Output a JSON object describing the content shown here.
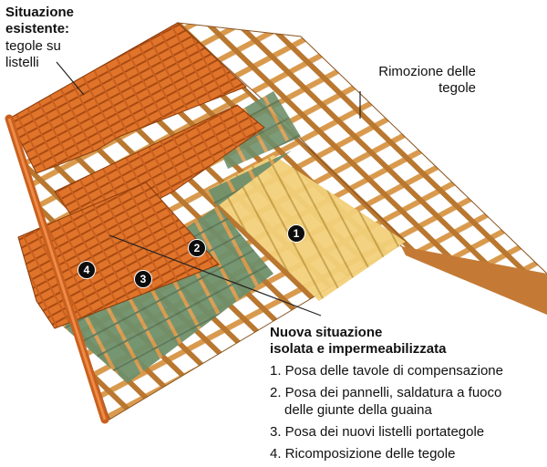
{
  "labels": {
    "existing_title_1": "Situazione",
    "existing_title_2": "esistente:",
    "existing_sub_1": "tegole su",
    "existing_sub_2": "listelli",
    "removal_1": "Rimozione delle",
    "removal_2": "tegole",
    "new_title_1": "Nuova situazione",
    "new_title_2": "isolata e impermeabilizzata"
  },
  "steps": [
    {
      "line1": "1. Posa delle tavole di compensazione",
      "line2": ""
    },
    {
      "line1": "2. Posa dei pannelli, saldatura a fuoco",
      "line2": "delle giunte della guaina"
    },
    {
      "line1": "3. Posa dei nuovi listelli portategole",
      "line2": ""
    },
    {
      "line1": "4. Ricomposizione delle tegole",
      "line2": ""
    }
  ],
  "markers": [
    "1",
    "2",
    "3",
    "4"
  ],
  "colors": {
    "tile": "#e0742a",
    "tile_dark": "#a84a12",
    "batten": "#d99a4e",
    "plank": "#f2d07a",
    "membrane": "#6f8f6a",
    "leader": "#222222"
  }
}
